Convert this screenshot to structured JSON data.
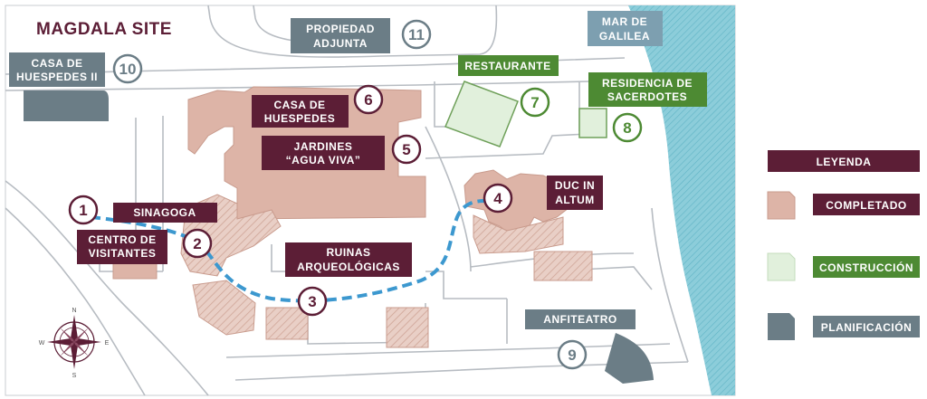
{
  "colors": {
    "maroon": "#5c1e36",
    "green": "#4d8a33",
    "slate": "#6b7d86",
    "pink": "#ddb4a7",
    "pink_stroke": "#c99b8d",
    "light_green": "#e1f0dc",
    "water": "#7ec6d4",
    "road": "#b8bdc3"
  },
  "map": {
    "title": "MAGDALA SITE",
    "compass": {
      "n": "N",
      "s": "S",
      "e": "E",
      "w": "W"
    }
  },
  "labels": {
    "casa_huespedes_ii": [
      "CASA DE",
      "HUESPEDES II"
    ],
    "propiedad_adjunta": [
      "PROPIEDAD",
      "ADJUNTA"
    ],
    "mar_de_galilea": [
      "MAR DE",
      "GALILEA"
    ],
    "restaurante": [
      "RESTAURANTE"
    ],
    "residencia": [
      "RESIDENCIA DE",
      "SACERDOTES"
    ],
    "casa_huespedes": [
      "CASA DE",
      "HUESPEDES"
    ],
    "jardines": [
      "JARDINES",
      "“AGUA VIVA”"
    ],
    "sinagoga": [
      "SINAGOGA"
    ],
    "centro_visitantes": [
      "CENTRO DE",
      "VISITANTES"
    ],
    "ruinas": [
      "RUINAS",
      "ARQUEOLÓGICAS"
    ],
    "duc_in_altum": [
      "DUC IN",
      "ALTUM"
    ],
    "anfiteatro": [
      "ANFITEATRO"
    ]
  },
  "markers": {
    "m1": "1",
    "m2": "2",
    "m3": "3",
    "m4": "4",
    "m5": "5",
    "m6": "6",
    "m7": "7",
    "m8": "8",
    "m9": "9",
    "m10": "10",
    "m11": "11"
  },
  "legend": {
    "title": "LEYENDA",
    "items": [
      {
        "label": "COMPLETADO",
        "status": "completed"
      },
      {
        "label": "CONSTRUCCIÓN",
        "status": "construction"
      },
      {
        "label": "PLANIFICACIÓN",
        "status": "planning"
      }
    ]
  }
}
